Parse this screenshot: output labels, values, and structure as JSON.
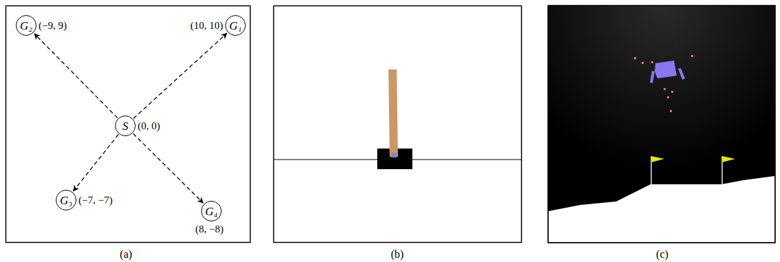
{
  "diagram": {
    "nodes": [
      {
        "text": [
          "G₂",
          "(−9, 9)"
        ]
      },
      {
        "text": [
          "G₁",
          "(10, 10)"
        ]
      },
      {
        "text": [
          "S",
          "(0, 0)"
        ]
      },
      {
        "text": [
          "G₃",
          "(−7, −7)"
        ]
      },
      {
        "text": [
          "G₄",
          "(8, −8)"
        ]
      }
    ],
    "edges": [
      {
        "from": 2,
        "to": 0,
        "arrow": "to"
      },
      {
        "from": 2,
        "to": 1,
        "arrow": "to"
      },
      {
        "from": 2,
        "to": 3,
        "arrow": "to"
      },
      {
        "from": 2,
        "to": 4,
        "arrow": "to"
      }
    ],
    "labels": [
      "(a)",
      "(b)",
      "(c)"
    ]
  }
}
